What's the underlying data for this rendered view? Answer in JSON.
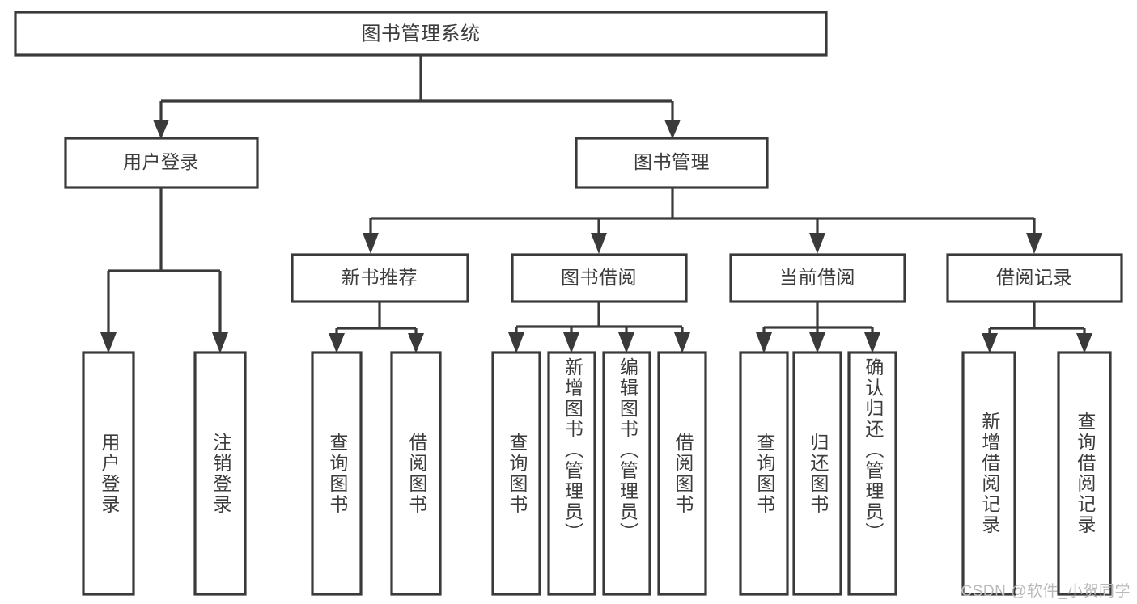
{
  "diagram": {
    "type": "tree-hierarchy-diagram",
    "title": "图书管理系统",
    "orientation": "top-down",
    "stroke_color": "#3a3a3a",
    "text_color": "#3c3c3c",
    "background_color": "#ffffff",
    "levels": 4
  },
  "nodes": {
    "root": {
      "label": "图书管理系统",
      "level": 1,
      "text_direction": "horizontal"
    },
    "level2": [
      {
        "id": "user-login",
        "label": "用户登录",
        "level": 2,
        "text_direction": "horizontal"
      },
      {
        "id": "book-management",
        "label": "图书管理",
        "level": 2,
        "text_direction": "horizontal"
      }
    ],
    "level3": [
      {
        "id": "new-book-recommend",
        "label": "新书推荐",
        "level": 3,
        "text_direction": "horizontal",
        "parent": "book-management"
      },
      {
        "id": "book-borrow",
        "label": "图书借阅",
        "level": 3,
        "text_direction": "horizontal",
        "parent": "book-management"
      },
      {
        "id": "current-borrow",
        "label": "当前借阅",
        "level": 3,
        "text_direction": "horizontal",
        "parent": "book-management"
      },
      {
        "id": "borrow-record",
        "label": "借阅记录",
        "level": 3,
        "text_direction": "horizontal",
        "parent": "book-management"
      }
    ],
    "leaves": [
      {
        "id": "leaf-user-login",
        "label": "用户登录",
        "level": 3,
        "text_direction": "vertical",
        "parent": "user-login"
      },
      {
        "id": "leaf-logout-login",
        "label": "注销登录",
        "level": 3,
        "text_direction": "vertical",
        "parent": "user-login"
      },
      {
        "id": "leaf-query-book-1",
        "label": "查询图书",
        "level": 4,
        "text_direction": "vertical",
        "parent": "new-book-recommend"
      },
      {
        "id": "leaf-borrow-book-1",
        "label": "借阅图书",
        "level": 4,
        "text_direction": "vertical",
        "parent": "new-book-recommend"
      },
      {
        "id": "leaf-query-book-2",
        "label": "查询图书",
        "level": 4,
        "text_direction": "vertical",
        "parent": "book-borrow"
      },
      {
        "id": "leaf-add-book",
        "label": "新增图书（管理员）",
        "level": 4,
        "text_direction": "vertical",
        "parent": "book-borrow"
      },
      {
        "id": "leaf-edit-book",
        "label": "编辑图书（管理员）",
        "level": 4,
        "text_direction": "vertical",
        "parent": "book-borrow"
      },
      {
        "id": "leaf-borrow-book-2",
        "label": "借阅图书",
        "level": 4,
        "text_direction": "vertical",
        "parent": "book-borrow"
      },
      {
        "id": "leaf-query-book-3",
        "label": "查询图书",
        "level": 4,
        "text_direction": "vertical",
        "parent": "current-borrow"
      },
      {
        "id": "leaf-return-book",
        "label": "归还图书",
        "level": 4,
        "text_direction": "vertical",
        "parent": "current-borrow"
      },
      {
        "id": "leaf-confirm-return",
        "label": "确认归还（管理员）",
        "level": 4,
        "text_direction": "vertical",
        "parent": "current-borrow"
      },
      {
        "id": "leaf-add-record",
        "label": "新增借阅记录",
        "level": 4,
        "text_direction": "vertical",
        "parent": "borrow-record"
      },
      {
        "id": "leaf-query-record",
        "label": "查询借阅记录",
        "level": 4,
        "text_direction": "vertical",
        "parent": "borrow-record"
      }
    ]
  },
  "watermark": {
    "text": "CSDN @软件_小贺同学",
    "color": "#b9b9b9"
  }
}
